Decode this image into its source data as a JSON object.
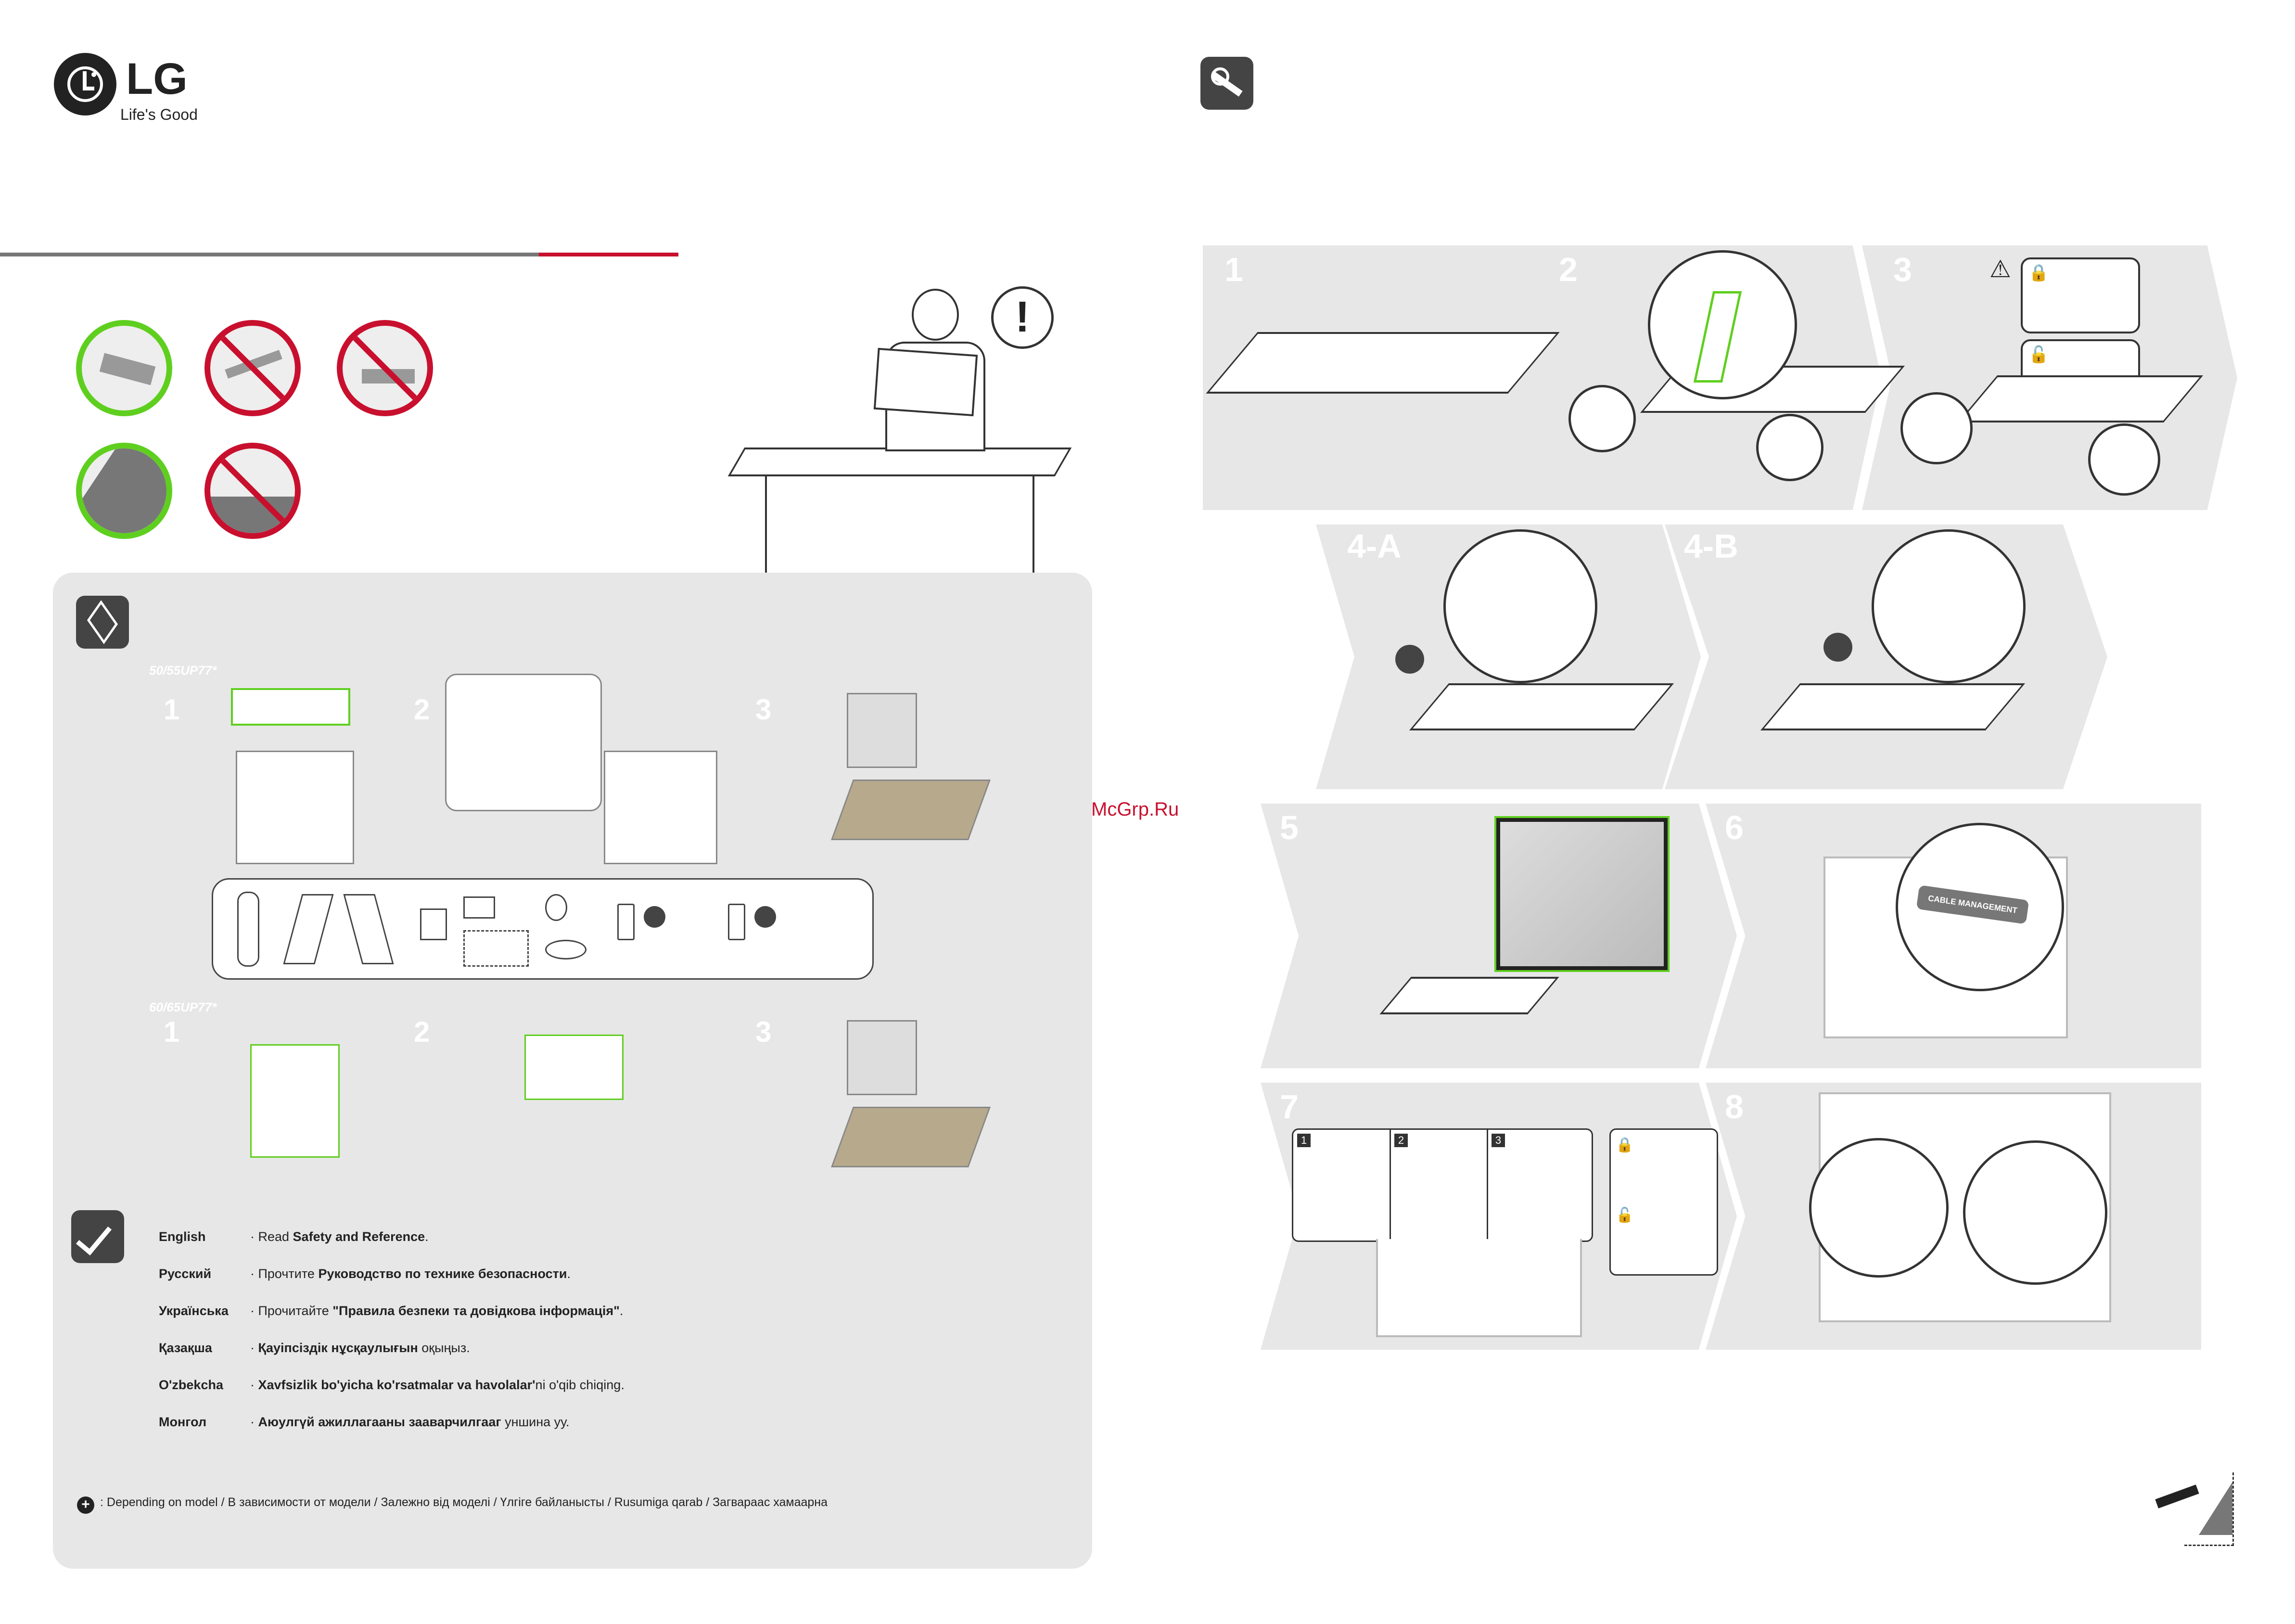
{
  "header": {
    "brand": "LG",
    "slogan": "Life's Good"
  },
  "left_panel": {
    "group_a_label": "50/55UP77*",
    "group_b_label": "60/65UP77*",
    "steps_a": [
      "1",
      "2",
      "3"
    ],
    "steps_b": [
      "1",
      "2",
      "3"
    ]
  },
  "safety": {
    "rows": [
      {
        "lang": "English",
        "pre": "· Read ",
        "bold": "Safety and Reference",
        "post": "."
      },
      {
        "lang": "Русский",
        "pre": "· Прочтите ",
        "bold": "Руководство по технике безопасности",
        "post": "."
      },
      {
        "lang": "Українська",
        "pre": "· Прочитайте ",
        "bold": "\"Правила безпеки та довідкова інформація\"",
        "post": "."
      },
      {
        "lang": "Қазақша",
        "pre": "· ",
        "bold": "Қауіпсіздік нұсқаулығын",
        "post": " оқыңыз."
      },
      {
        "lang": "O'zbekcha",
        "pre": "· ",
        "bold": "Xavfsizlik bo'yicha ko'rsatmalar va havolalar'",
        "post": "ni  o'qib chiqing."
      },
      {
        "lang": "Монгол",
        "pre": "· ",
        "bold": "Аюулгүй ажиллагааны зааварчилгааг",
        "post": " уншина уу."
      }
    ]
  },
  "footnote": {
    "symbol": "+",
    "text": ": Depending on model / В зависимости от модели / Залежно від моделі / Үлгіге байланысты / Rusumiga qarab / Загвараас хамаарна"
  },
  "watermark": "McGrp.Ru",
  "right_steps": {
    "s1": "1",
    "s2": "2",
    "s3": "3",
    "s4a": "4-A",
    "s4b": "4-B",
    "s5": "5",
    "s6": "6",
    "s7": "7",
    "s8": "8",
    "sub7": [
      "1",
      "2",
      "3"
    ],
    "cable_label": "CABLE MANAGEMENT"
  },
  "icons": [
    "lg-logo-icon",
    "tools-icon",
    "box-icon",
    "checklist-icon",
    "warning-icon",
    "lock-icon",
    "unlock-icon",
    "plus-icon",
    "page-turn-icon"
  ],
  "colors": {
    "brand_red": "#c8102e",
    "accent_green": "#5fcf1f",
    "panel_grey": "#e7e7e7",
    "dark": "#444444"
  }
}
